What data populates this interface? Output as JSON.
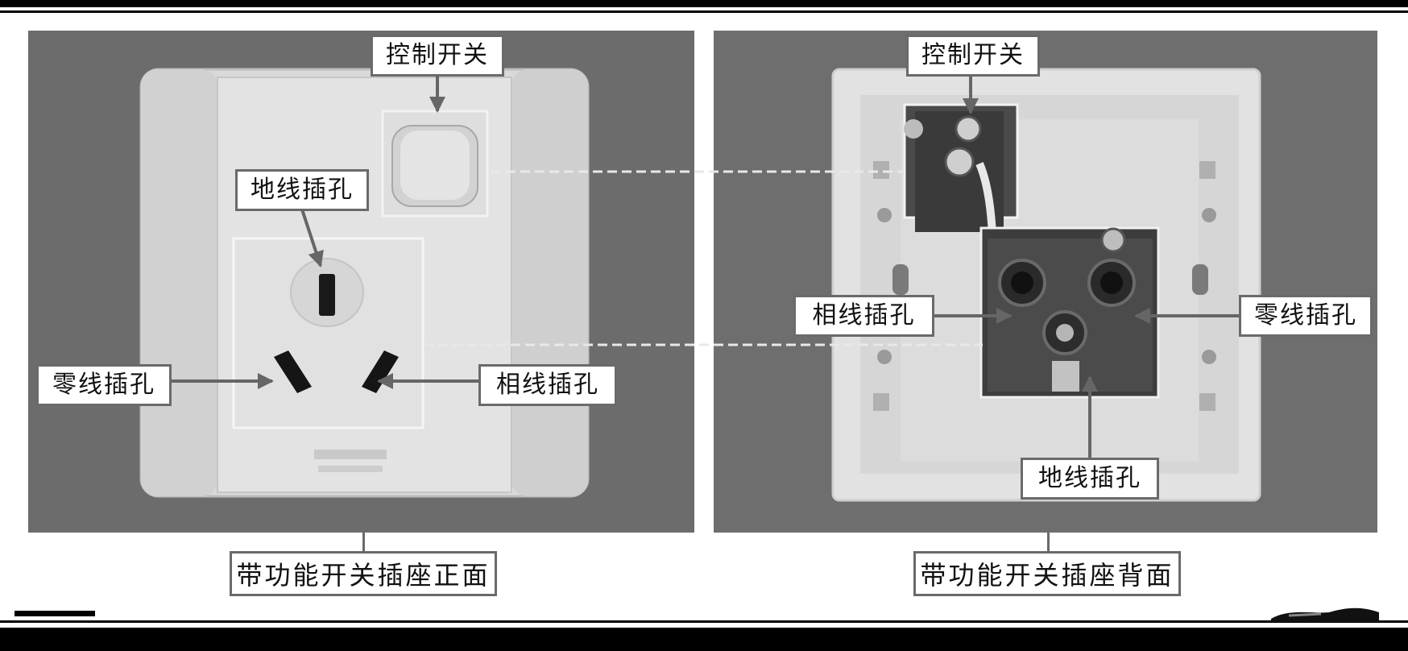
{
  "front": {
    "callouts": {
      "control_switch": "控制开关",
      "ground_hole": "地线插孔",
      "neutral_hole": "零线插孔",
      "phase_hole": "相线插孔"
    },
    "caption": "带功能开关插座正面"
  },
  "back": {
    "callouts": {
      "control_switch": "控制开关",
      "phase_hole": "相线插孔",
      "neutral_hole": "零线插孔",
      "ground_hole": "地线插孔"
    },
    "caption": "带功能开关插座背面"
  },
  "colors": {
    "background_photo": "#6e6e6e",
    "label_border": "#6a6a6a"
  }
}
